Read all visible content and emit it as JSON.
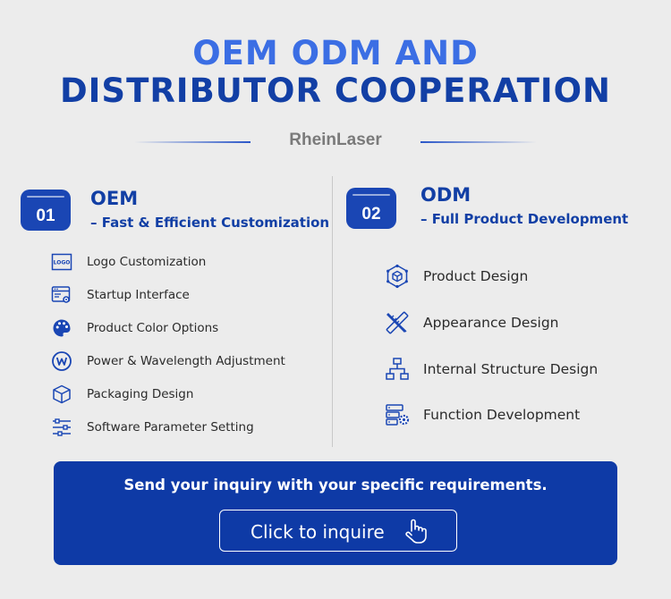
{
  "header": {
    "title_line1": "OEM ODM AND",
    "title_line2": "DISTRIBUTOR COOPERATION",
    "brand": "RheinLaser"
  },
  "oem": {
    "badge": "01",
    "title": "OEM",
    "subtitle": "– Fast & Efficient Customization",
    "logo_icon_text": "LOGO",
    "items": [
      {
        "label": "Logo Customization",
        "icon": "logo-icon"
      },
      {
        "label": "Startup Interface",
        "icon": "startup-window-icon"
      },
      {
        "label": "Product Color Options",
        "icon": "palette-icon"
      },
      {
        "label": "Power & Wavelength Adjustment",
        "icon": "w-circle-icon"
      },
      {
        "label": "Packaging Design",
        "icon": "box-icon"
      },
      {
        "label": "Software Parameter Setting",
        "icon": "sliders-icon"
      }
    ]
  },
  "odm": {
    "badge": "02",
    "title": "ODM",
    "subtitle": "– Full Product Development",
    "items": [
      {
        "label": "Product Design",
        "icon": "cube-hexagon-icon"
      },
      {
        "label": "Appearance Design",
        "icon": "ruler-pencil-icon"
      },
      {
        "label": "Internal Structure Design",
        "icon": "hierarchy-icon"
      },
      {
        "label": "Function Development",
        "icon": "server-gear-icon"
      }
    ]
  },
  "cta": {
    "text": "Send your inquiry with your specific requirements.",
    "button_label": "Click to inquire",
    "button_icon": "pointer-hand-icon"
  },
  "colors": {
    "background": "#ececec",
    "primary_dark": "#123fa5",
    "primary_light": "#3b6ee4",
    "cta_background": "#0e3aa6"
  }
}
